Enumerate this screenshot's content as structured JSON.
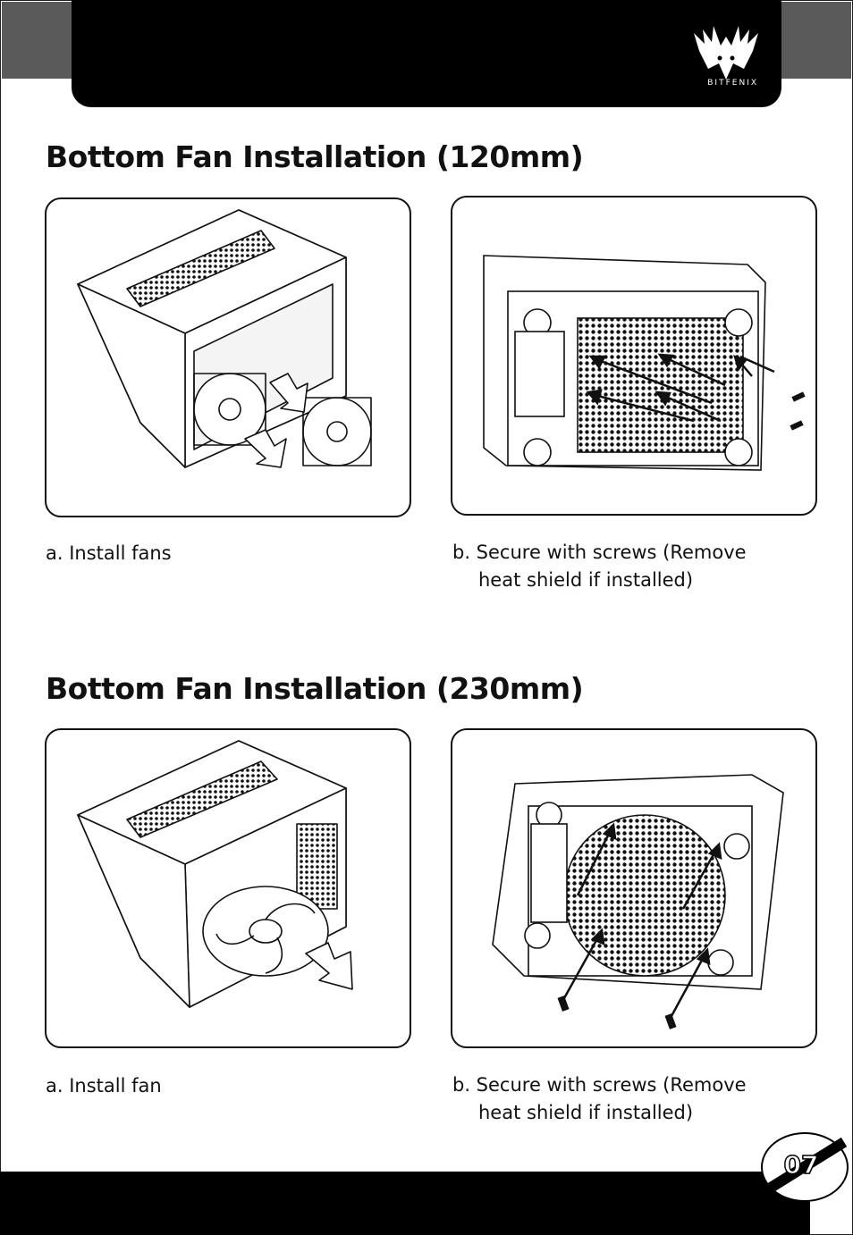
{
  "brand": {
    "wordmark": "BITFENIX"
  },
  "sections": [
    {
      "title": "Bottom Fan Installation (120mm)",
      "steps": [
        {
          "caption_line1": "a. Install fans",
          "caption_line2": ""
        },
        {
          "caption_line1": "b. Secure with screws (Remove",
          "caption_line2": "heat shield if installed)"
        }
      ]
    },
    {
      "title": "Bottom Fan Installation (230mm)",
      "steps": [
        {
          "caption_line1": "a. Install fan",
          "caption_line2": ""
        },
        {
          "caption_line1": "b. Secure with screws (Remove",
          "caption_line2": "heat shield if installed)"
        }
      ]
    }
  ],
  "footer": {
    "page_number": "07"
  },
  "colors": {
    "header": "#000000",
    "corner": "#5a5a5a",
    "ink": "#111111"
  }
}
